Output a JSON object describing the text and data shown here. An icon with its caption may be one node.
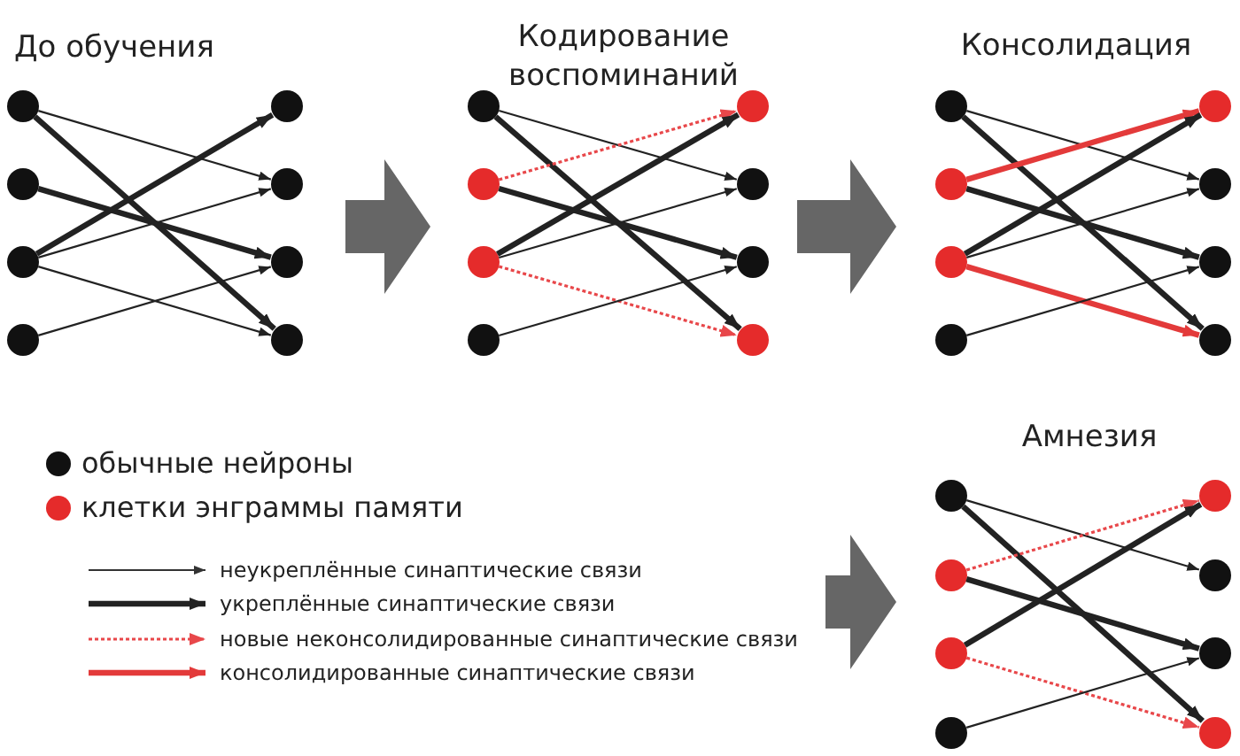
{
  "diagram": {
    "nodes": [
      {
        "text": [
          "До обучения"
        ]
      },
      {
        "text": [],
        "shape": "circle",
        "in": 0
      },
      {
        "text": [],
        "shape": "circle",
        "in": 0
      },
      {
        "text": [],
        "shape": "circle",
        "in": 0
      },
      {
        "text": [],
        "shape": "circle",
        "in": 0
      },
      {
        "text": [],
        "shape": "circle",
        "in": 0
      },
      {
        "text": [],
        "shape": "circle",
        "in": 0
      },
      {
        "text": [],
        "shape": "circle",
        "in": 0
      },
      {
        "text": [],
        "shape": "circle",
        "in": 0
      },
      {
        "text": [
          "Кодирование воспоминаний"
        ]
      },
      {
        "text": [],
        "shape": "circle",
        "in": 9
      },
      {
        "text": [],
        "shape": "circle",
        "in": 9
      },
      {
        "text": [],
        "shape": "circle",
        "in": 9
      },
      {
        "text": [],
        "shape": "circle",
        "in": 9
      },
      {
        "text": [],
        "shape": "circle",
        "in": 9
      },
      {
        "text": [],
        "shape": "circle",
        "in": 9
      },
      {
        "text": [],
        "shape": "circle",
        "in": 9
      },
      {
        "text": [],
        "shape": "circle",
        "in": 9
      },
      {
        "text": [
          "Консолидация"
        ]
      },
      {
        "text": [],
        "shape": "circle",
        "in": 18
      },
      {
        "text": [],
        "shape": "circle",
        "in": 18
      },
      {
        "text": [],
        "shape": "circle",
        "in": 18
      },
      {
        "text": [],
        "shape": "circle",
        "in": 18
      },
      {
        "text": [],
        "shape": "circle",
        "in": 18
      },
      {
        "text": [],
        "shape": "circle",
        "in": 18
      },
      {
        "text": [],
        "shape": "circle",
        "in": 18
      },
      {
        "text": [],
        "shape": "circle",
        "in": 18
      },
      {
        "text": [
          "Амнезия"
        ]
      },
      {
        "text": [],
        "shape": "circle",
        "in": 27
      },
      {
        "text": [],
        "shape": "circle",
        "in": 27
      },
      {
        "text": [],
        "shape": "circle",
        "in": 27
      },
      {
        "text": [],
        "shape": "circle",
        "in": 27
      },
      {
        "text": [],
        "shape": "circle",
        "in": 27
      },
      {
        "text": [],
        "shape": "circle",
        "in": 27
      },
      {
        "text": [],
        "shape": "circle",
        "in": 27
      },
      {
        "text": [],
        "shape": "circle",
        "in": 27
      }
    ],
    "edges": [
      {
        "from": 1,
        "to": 6,
        "arrow": "to"
      },
      {
        "from": 1,
        "to": 8,
        "arrow": "to",
        "style": "thick"
      },
      {
        "from": 2,
        "to": 7,
        "arrow": "to",
        "style": "thick"
      },
      {
        "from": 3,
        "to": 5,
        "arrow": "to",
        "style": "thick"
      },
      {
        "from": 3,
        "to": 6,
        "arrow": "to"
      },
      {
        "from": 3,
        "to": 8,
        "arrow": "to"
      },
      {
        "from": 4,
        "to": 7,
        "arrow": "to"
      },
      {
        "from": 10,
        "to": 15,
        "arrow": "to"
      },
      {
        "from": 10,
        "to": 17,
        "arrow": "to",
        "style": "thick"
      },
      {
        "from": 11,
        "to": 14,
        "arrow": "to",
        "style": "dashed",
        "color": "#e8474a"
      },
      {
        "from": 11,
        "to": 16,
        "arrow": "to",
        "style": "thick"
      },
      {
        "from": 12,
        "to": 14,
        "arrow": "to",
        "style": "thick"
      },
      {
        "from": 12,
        "to": 15,
        "arrow": "to"
      },
      {
        "from": 12,
        "to": 17,
        "arrow": "to",
        "style": "dashed",
        "color": "#e8474a"
      },
      {
        "from": 13,
        "to": 16,
        "arrow": "to"
      },
      {
        "from": 19,
        "to": 24,
        "arrow": "to"
      },
      {
        "from": 19,
        "to": 26,
        "arrow": "to",
        "style": "thick"
      },
      {
        "from": 20,
        "to": 23,
        "arrow": "to",
        "style": "thick",
        "color": "#e33a3a"
      },
      {
        "from": 20,
        "to": 25,
        "arrow": "to",
        "style": "thick"
      },
      {
        "from": 21,
        "to": 23,
        "arrow": "to",
        "style": "thick"
      },
      {
        "from": 21,
        "to": 24,
        "arrow": "to"
      },
      {
        "from": 21,
        "to": 26,
        "arrow": "to",
        "style": "thick",
        "color": "#e33a3a"
      },
      {
        "from": 22,
        "to": 25,
        "arrow": "to"
      },
      {
        "from": 28,
        "to": 33,
        "arrow": "to"
      },
      {
        "from": 28,
        "to": 35,
        "arrow": "to",
        "style": "thick"
      },
      {
        "from": 29,
        "to": 32,
        "arrow": "to",
        "style": "dashed",
        "color": "#e8474a"
      },
      {
        "from": 29,
        "to": 34,
        "arrow": "to",
        "style": "thick"
      },
      {
        "from": 30,
        "to": 32,
        "arrow": "to",
        "style": "thick"
      },
      {
        "from": 30,
        "to": 35,
        "arrow": "to",
        "style": "dashed",
        "color": "#e8474a"
      },
      {
        "from": 31,
        "to": 34,
        "arrow": "to"
      },
      {
        "from": 0,
        "to": 9,
        "arrow": "to",
        "color": "#666666"
      },
      {
        "from": 9,
        "to": 18,
        "arrow": "to",
        "color": "#666666"
      },
      {
        "from": null,
        "to": 27,
        "arrow": "to",
        "color": "#666666"
      }
    ],
    "legend": [
      {
        "text": "обычные нейроны",
        "color": "#111111"
      },
      {
        "text": "клетки энграммы памяти",
        "color": "#e52b2b"
      },
      {
        "text": "неукреплённые синаптические связи"
      },
      {
        "text": "укреплённые синаптические связи"
      },
      {
        "text": "новые неконсолидированные синаптические связи"
      },
      {
        "text": "консолидированные синаптические связи"
      }
    ]
  }
}
